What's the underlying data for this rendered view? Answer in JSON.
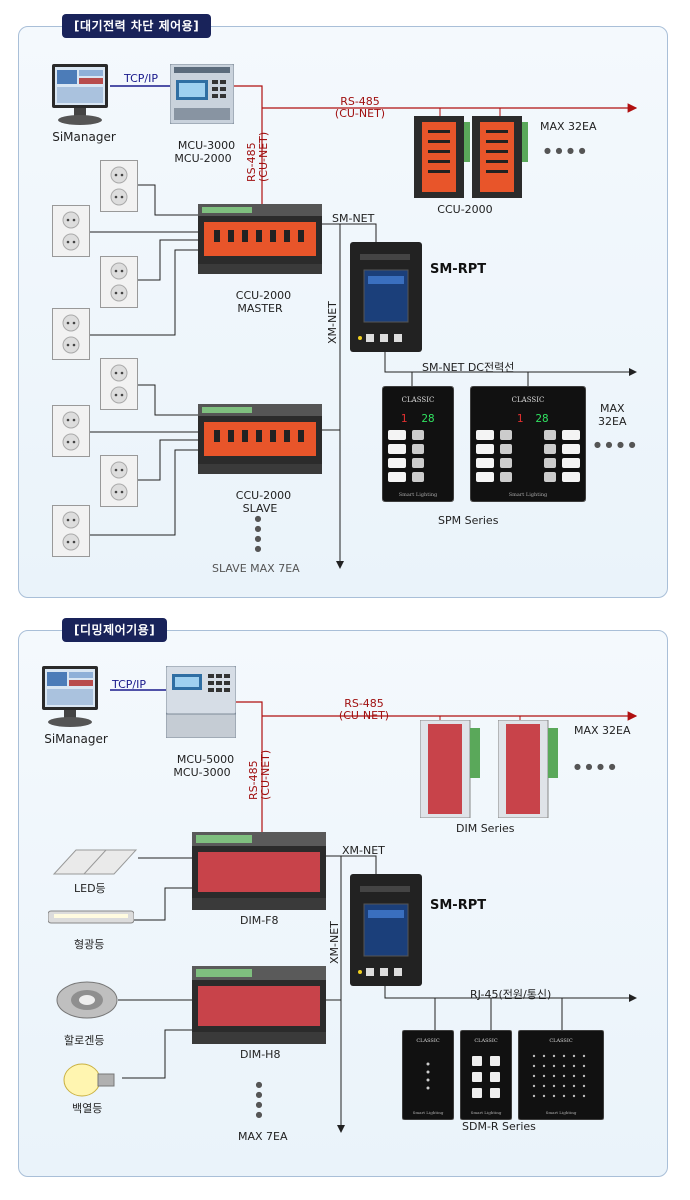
{
  "section1": {
    "title": "[대기전력 차단 제어용]",
    "simanager": "SiManager",
    "tcpip": "TCP/IP",
    "mcu": "MCU-3000\nMCU-2000",
    "rs485_top": "RS-485",
    "cunet_top": "(CU-NET)",
    "rs485_v": "RS-485",
    "cunet_v": "(CU-NET)",
    "ccu_right": "CCU-2000",
    "max32": "MAX 32EA",
    "smnet": "SM-NET",
    "smrpt": "SM-RPT",
    "ccu_master": "CCU-2000\nMASTER",
    "ccu_slave": "CCU-2000\nSLAVE",
    "xmnet": "XM-NET",
    "smnet_dc": "SM-NET  DC전력선",
    "max32_2a": "MAX",
    "max32_2b": "32EA",
    "spm": "SPM Series",
    "slave_max": "SLAVE MAX 7EA",
    "classic": "CLASSIC",
    "disp_a": "1",
    "disp_b": "28",
    "brand": "Smart Lighting",
    "dots": "● ● ● ●"
  },
  "section2": {
    "title": "[디밍제어기용]",
    "simanager": "SiManager",
    "tcpip": "TCP/IP",
    "mcu": "MCU-5000\nMCU-3000",
    "rs485_top": "RS-485",
    "cunet_top": "(CU-NET)",
    "rs485_v": "RS-485",
    "cunet_v": "(CU-NET)",
    "max32": "MAX 32EA",
    "dim_series": "DIM Series",
    "xmnet_h": "XM-NET",
    "xmnet_v": "XM-NET",
    "smrpt": "SM-RPT",
    "led": "LED등",
    "fluor": "형광등",
    "dimf8": "DIM-F8",
    "halogen": "할로겐등",
    "bulb": "백열등",
    "dimh8": "DIM-H8",
    "max7": "MAX 7EA",
    "rj45": "RJ-45(전원/통신)",
    "sdm": "SDM-R Series",
    "classic": "CLASSIC",
    "brand": "Smart Lighting",
    "dots": "● ● ● ●"
  },
  "colors": {
    "panel_border": "#a9bfd8",
    "title_bg": "#19235a",
    "rs485_line": "#b01010",
    "tcp_line": "#1a1a8c",
    "ccu_orange": "#e8552a",
    "dim_red": "#c8434a"
  }
}
